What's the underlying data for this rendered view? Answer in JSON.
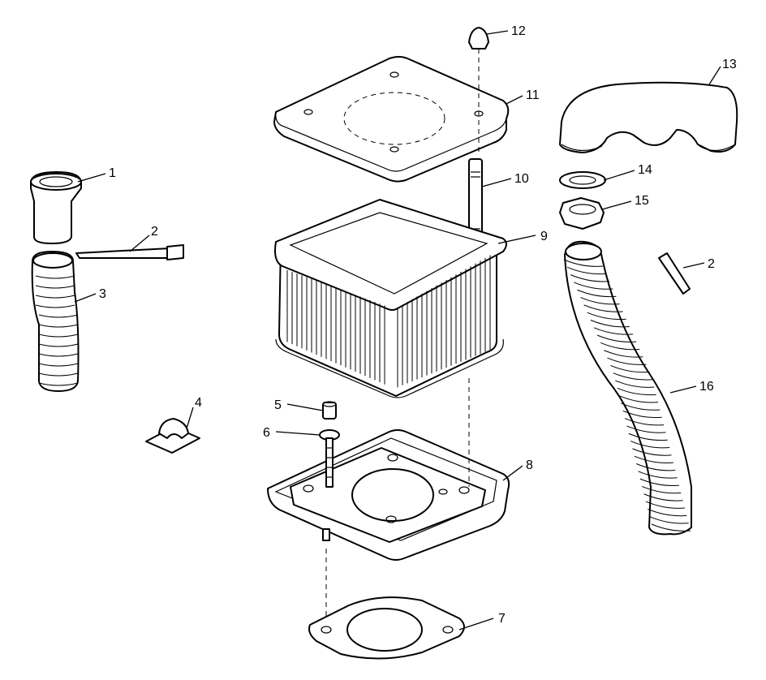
{
  "callouts": {
    "c1": "1",
    "c2a": "2",
    "c2b": "2",
    "c3": "3",
    "c4": "4",
    "c5": "5",
    "c6": "6",
    "c7": "7",
    "c8": "8",
    "c9": "9",
    "c10": "10",
    "c11": "11",
    "c12": "12",
    "c13": "13",
    "c14": "14",
    "c15": "15",
    "c16": "16"
  },
  "colors": {
    "line": "#000000",
    "background": "#ffffff"
  }
}
